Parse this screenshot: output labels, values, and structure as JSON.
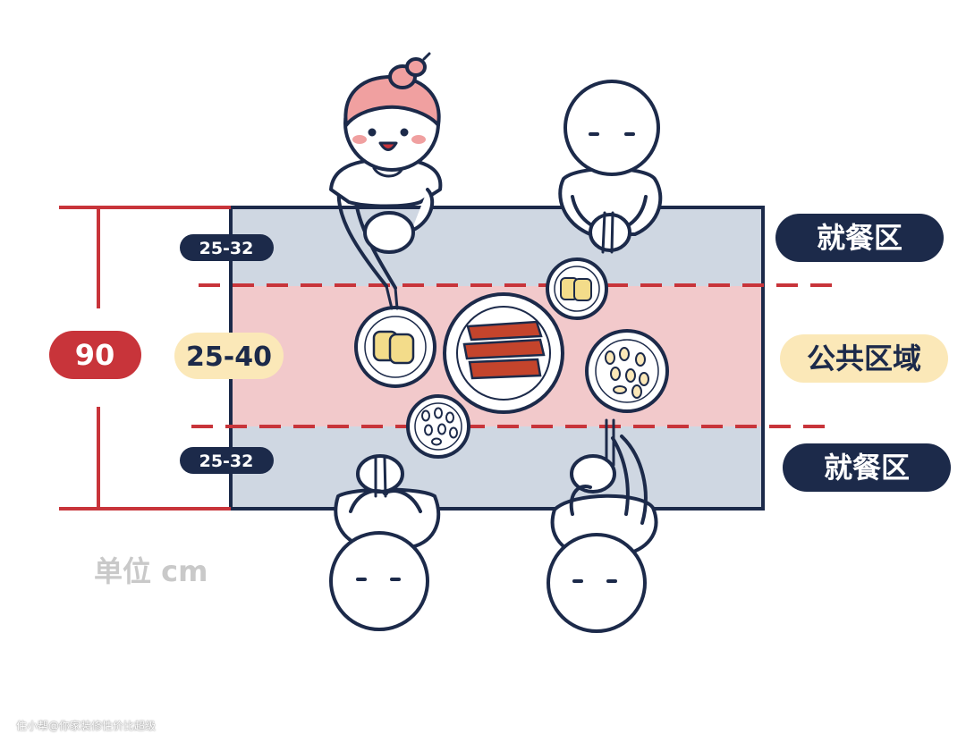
{
  "colors": {
    "navy": "#1c2a4a",
    "red": "#c8343a",
    "table_blue": "#cfd7e2",
    "public_pink": "#f2c9cb",
    "cream": "#fbe8b8",
    "gray_text": "#c9c9c9",
    "hair_pink": "#f0a0a0",
    "food_brown": "#c4442c",
    "tofu_yellow": "#f3dc8a"
  },
  "labels": {
    "total_width": "90",
    "seat_depth_top": "25-32",
    "public_depth": "25-40",
    "seat_depth_bottom": "25-32",
    "zone_dining_top": "就餐区",
    "zone_public": "公共区域",
    "zone_dining_bottom": "就餐区",
    "unit": "单位 cm",
    "watermark": "住小帮@你家装修性价比超级"
  },
  "icons": {
    "girl": "girl-diner-icon",
    "person": "person-diner-icon",
    "main_dish": "braised-meat-plate-icon",
    "tofu_plate": "tofu-plate-icon",
    "bean_plate": "bean-plate-icon"
  }
}
